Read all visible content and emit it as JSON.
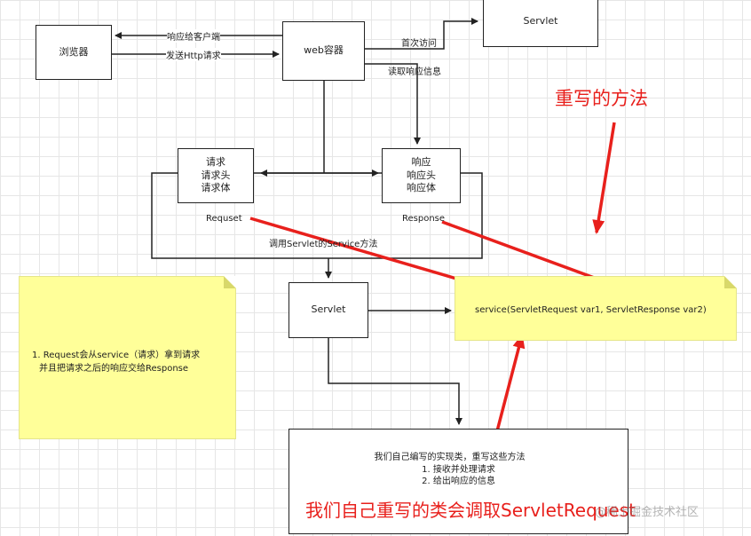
{
  "boxes": {
    "browser": "浏览器",
    "web_container": "web容器",
    "servlet_top": "Servlet",
    "request_box": [
      "请求",
      "请求头",
      "请求体"
    ],
    "response_box": [
      "响应",
      "响应头",
      "响应体"
    ],
    "servlet_mid": "Servlet",
    "impl_box": [
      "我们自己编写的实现类，重写这些方法",
      "1. 接收并处理请求",
      "2. 给出响应的信息"
    ]
  },
  "labels": {
    "respond_to_client": "响应给客户端",
    "send_http": "发送Http请求",
    "first_visit": "首次访问",
    "read_response": "读取响应信息",
    "request": "Requset",
    "response": "Response",
    "call_service": "调用Servlet的Service方法"
  },
  "notes": {
    "service_sig": "service(ServletRequest var1, ServletResponse var2)",
    "left_note": [
      "1. Request会从service（请求）拿到请求",
      "并且把请求之后的响应交给Response"
    ]
  },
  "annotations": {
    "override_method": "重写的方法",
    "bottom": "我们自己重写的类会调取ServletRequest",
    "watermark": "@稀土掘金技术社区"
  },
  "colors": {
    "annotation_red": "#e8201c",
    "note_yellow": "#ffff99"
  }
}
